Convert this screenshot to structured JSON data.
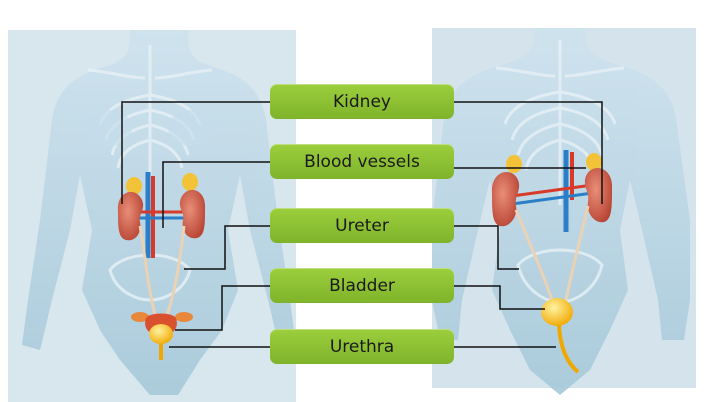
{
  "labels": [
    "Kidney",
    "Blood vessels",
    "Ureter",
    "Bladder",
    "Urethra"
  ],
  "colors": {
    "label_green": "#8bc034",
    "kidney_red": "#c8503a",
    "artery_red": "#d83a2a",
    "vein_blue": "#2a7fc8",
    "adrenal_yellow": "#f2c338",
    "bladder_yellow": "#f5b917",
    "body_blue": "#b9d6e4"
  }
}
